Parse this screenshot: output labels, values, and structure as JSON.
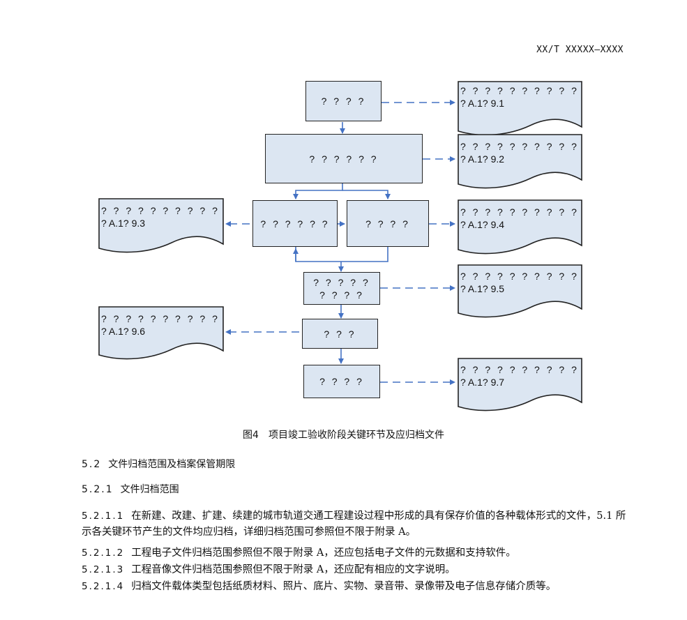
{
  "header": {
    "standard_code": "XX/T XXXXX—XXXX"
  },
  "flow": {
    "process": {
      "p1": "? ? ? ?",
      "p2": "? ? ? ? ? ?",
      "p3": "? ? ? ? ? ?",
      "p4": "? ? ? ?",
      "p5_line1": "? ? ? ? ?",
      "p5_line2": "? ? ? ?",
      "p6": "? ? ?",
      "p7": "? ? ? ?"
    },
    "documents": {
      "d91_line1": "? ? ? ? ? ? ? ? ? ?",
      "d91_line2": "? A.1? 9.1",
      "d92_line1": "? ? ? ? ? ? ? ? ? ?",
      "d92_line2": "? A.1? 9.2",
      "d93_line1": "? ? ? ? ? ? ? ? ? ?",
      "d93_line2": "? A.1? 9.3",
      "d94_line1": "? ? ? ? ? ? ? ? ? ?",
      "d94_line2": "? A.1? 9.4",
      "d95_line1": "? ? ? ? ? ? ? ? ? ?",
      "d95_line2": "? A.1? 9.5",
      "d96_line1": "? ? ? ? ? ? ? ? ? ?",
      "d96_line2": "? A.1? 9.6",
      "d97_line1": "? ? ? ? ? ? ? ? ? ?",
      "d97_line2": "? A.1? 9.7"
    },
    "colors": {
      "box_fill": "#dce6f2",
      "arrow": "#4472c4"
    }
  },
  "figure": {
    "number": "图4",
    "title": "项目竣工验收阶段关键环节及应归档文件"
  },
  "sections": {
    "s52": {
      "number": "5.2",
      "title": "文件归档范围及档案保管期限"
    },
    "s521": {
      "number": "5.2.1",
      "title": "文件归档范围"
    }
  },
  "paragraphs": [
    {
      "number": "5.2.1.1",
      "text": "在新建、改建、扩建、续建的城市轨道交通工程建设过程中形成的具有保存价值的各种载体形式的文件，5.1 所示各关键环节产生的文件均应归档，详细归档范围可参照但不限于附录 A。"
    },
    {
      "number": "5.2.1.2",
      "text": "工程电子文件归档范围参照但不限于附录 A，还应包括电子文件的元数据和支持软件。"
    },
    {
      "number": "5.2.1.3",
      "text": "工程音像文件归档范围参照但不限于附录 A，还应配有相应的文字说明。"
    },
    {
      "number": "5.2.1.4",
      "text": "归档文件载体类型包括纸质材料、照片、底片、实物、录音带、录像带及电子信息存储介质等。"
    }
  ]
}
